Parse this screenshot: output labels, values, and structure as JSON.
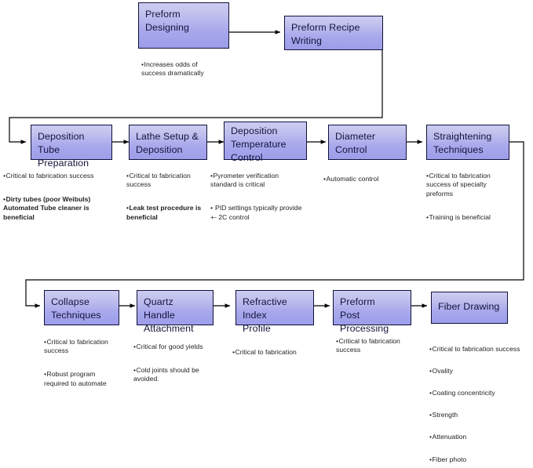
{
  "diagram": {
    "title": "Optical Fiber Preform and Fiber Manufacturing Process Flow",
    "box_fill_top": "#ccccf2",
    "box_fill_bottom": "#9d9dea",
    "box_border": "#11113a",
    "connector_color": "#000000",
    "bullet_symbol": "•"
  },
  "nodes": [
    {
      "id": "preform-designing",
      "label": "Preform\nDesigning",
      "notes": [
        {
          "text": "Increases odds of\nsuccess dramatically",
          "bold": false
        }
      ]
    },
    {
      "id": "preform-recipe-writing",
      "label": "Preform Recipe\nWriting",
      "notes": []
    },
    {
      "id": "deposition-tube-preparation",
      "label": "Deposition Tube\nPreparation",
      "notes": [
        {
          "text": "Critical to fabrication success",
          "bold": false
        },
        {
          "text": "Dirty tubes (poor Weibuls)\nAutomated Tube cleaner is\nbeneficial",
          "bold": true
        }
      ]
    },
    {
      "id": "lathe-setup-and-deposition",
      "label": "Lathe Setup &\nDeposition",
      "notes": [
        {
          "text": "Critical to fabrication\nsuccess",
          "bold": false
        },
        {
          "text": "Leak test procedure is\nbeneficial",
          "bold": true
        }
      ]
    },
    {
      "id": "deposition-temperature-control",
      "label": "Deposition\nTemperature\nControl",
      "notes": [
        {
          "text": "Pyrometer verification\nstandard is critical",
          "bold": false
        },
        {
          "text": " PID settings typically provide\n+- 2C control",
          "bold": false
        }
      ]
    },
    {
      "id": "diameter-control",
      "label": "Diameter\nControl",
      "notes": [
        {
          "text": "Automatic control",
          "bold": false
        }
      ]
    },
    {
      "id": "straightening-techniques",
      "label": "Straightening\nTechniques",
      "notes": [
        {
          "text": "Critical to fabrication\nsuccess of specialty\npreforms",
          "bold": false
        },
        {
          "text": "Training is beneficial",
          "bold": false
        }
      ]
    },
    {
      "id": "collapse-techniques",
      "label": "Collapse\nTechniques",
      "notes": [
        {
          "text": "Critical to fabrication\nsuccess",
          "bold": false
        },
        {
          "text": "Robust program\nrequired to automate",
          "bold": false
        }
      ]
    },
    {
      "id": "quartz-handle-attachment",
      "label": "Quartz Handle\nAttachment",
      "notes": [
        {
          "text": "Critical for good yields",
          "bold": false
        },
        {
          "text": "Cold joints should be\navoided.",
          "bold": false
        }
      ]
    },
    {
      "id": "refractive-index-profile",
      "label": "Refractive Index\nProfile",
      "notes": [
        {
          "text": "Critical to fabrication",
          "bold": false
        }
      ]
    },
    {
      "id": "preform-post-processing",
      "label": "Preform\nPost Processing",
      "notes": [
        {
          "text": "Critical to fabrication\nsuccess",
          "bold": false
        }
      ]
    },
    {
      "id": "fiber-drawing",
      "label": "Fiber Drawing",
      "notes": [
        {
          "text": "Critical to fabrication success",
          "bold": false
        },
        {
          "text": "Ovality",
          "bold": false
        },
        {
          "text": "Coating concentricity",
          "bold": false
        },
        {
          "text": "Strength",
          "bold": false
        },
        {
          "text": "Attenuation",
          "bold": false
        },
        {
          "text": "Fiber photo",
          "bold": false
        }
      ]
    }
  ]
}
